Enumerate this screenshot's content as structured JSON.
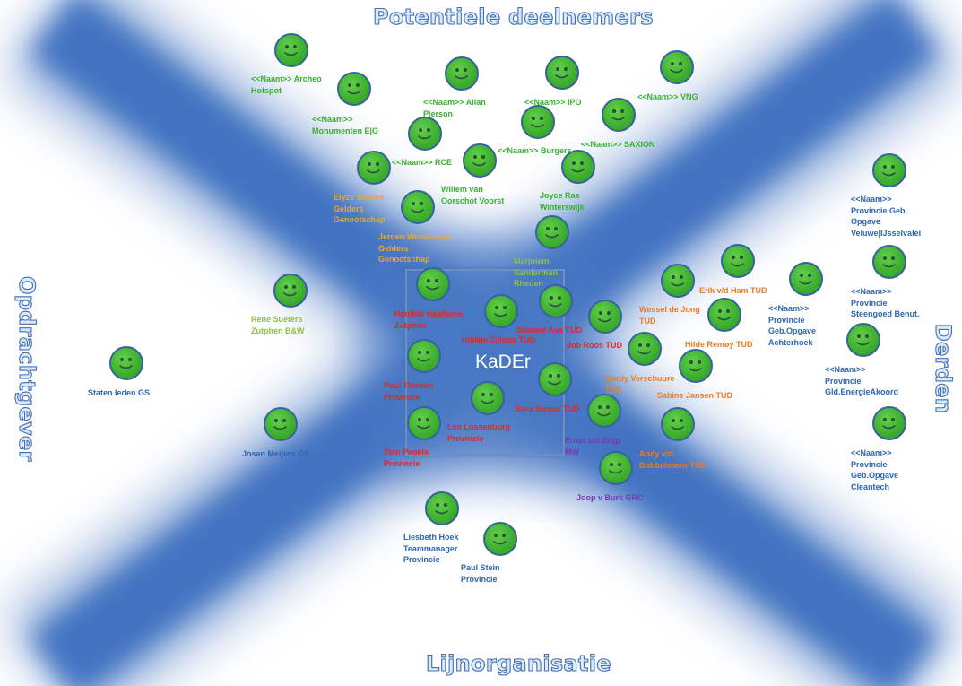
{
  "headings": {
    "top": "Potentiele deelnemers",
    "bottom": "Lijnorganisatie",
    "left": "Opdrachtgever",
    "right": "Derden"
  },
  "center_label": "KaDEr",
  "colors": {
    "green": "#39b030",
    "lime": "#8fc23c",
    "gold": "#f0a52a",
    "red": "#e8251e",
    "orange": "#ee7a1e",
    "purple": "#7a35b8",
    "blue": "#2d65b0",
    "band": "#3d6fc0"
  },
  "people": [
    {
      "label": "<<Naam>> Archeo\nHotspot",
      "color": "green"
    },
    {
      "label": "<<Naam>>\nMonumenten E|G",
      "color": "green"
    },
    {
      "label": "<<Naam>> Allan\nPierson",
      "color": "green"
    },
    {
      "label": "<<Naam>> IPO",
      "color": "green"
    },
    {
      "label": "<<Naam>> VNG",
      "color": "green"
    },
    {
      "label": "<<Naam>> RCE",
      "color": "green"
    },
    {
      "label": "<<Naam>> Burgers",
      "color": "green"
    },
    {
      "label": "<<Naam>> SAXION",
      "color": "green"
    },
    {
      "label": "Willem van\nOorschot Voorst",
      "color": "green"
    },
    {
      "label": "Joyce Ras\nWinterswijk",
      "color": "green"
    },
    {
      "label": "Elyze Storms\nGelders\nGenootschap",
      "color": "gold"
    },
    {
      "label": "Jeroen Westerman\nGelders\nGenootschap",
      "color": "gold"
    },
    {
      "label": "Marjolein\nSanderman\nRheden",
      "color": "lime"
    },
    {
      "label": "Rene Sueters\nZutphen B&W",
      "color": "lime"
    },
    {
      "label": "Hendrik Haafkens\nZutphen",
      "color": "red"
    },
    {
      "label": "Hielkje Zijlstra TUD",
      "color": "red"
    },
    {
      "label": "Student Ass TUD",
      "color": "red"
    },
    {
      "label": "Job Roos TUD",
      "color": "red"
    },
    {
      "label": "Paul Thissen\nProvincie",
      "color": "red"
    },
    {
      "label": "Sara Stroux TUD",
      "color": "red"
    },
    {
      "label": "Leo Lussenburg\nProvincie",
      "color": "red"
    },
    {
      "label": "Tom Pegels\nProvincie",
      "color": "red"
    },
    {
      "label": "Wessel de Jong\nTUD",
      "color": "orange"
    },
    {
      "label": "Erik v/d Ham TUD",
      "color": "orange"
    },
    {
      "label": "Hilde Remøy TUD",
      "color": "orange"
    },
    {
      "label": "Gerdy Verschuure\nTUD",
      "color": "orange"
    },
    {
      "label": "Sabine Jansen TUD",
      "color": "orange"
    },
    {
      "label": "Andy v/d\nDobbelsteen TUD",
      "color": "orange"
    },
    {
      "label": "Ernst v/d Grijp\nMW",
      "color": "purple"
    },
    {
      "label": "Joop v Burk GRC",
      "color": "purple"
    },
    {
      "label": "<<Naam>>\nProvincie\nGeb.Opgave\nAchterhoek",
      "color": "blue"
    },
    {
      "label": "<<Naam>>\nProvincie Geb.\nOpgave\nVeluwe|IJsselvalei",
      "color": "blue"
    },
    {
      "label": "<<Naam>>\nProvincie\nSteengoed Benut.",
      "color": "blue"
    },
    {
      "label": "<<Naam>>\nProvincie\nGld.EnergieAkoord",
      "color": "blue"
    },
    {
      "label": "<<Naam>>\nProvincie\nGeb.Opgave\nCleantech",
      "color": "blue"
    },
    {
      "label": "Staten leden GS",
      "color": "blue"
    },
    {
      "label": "Josan Meijers GS",
      "color": "blue"
    },
    {
      "label": "Liesbeth Hoek\nTeammanager\nProvincie",
      "color": "blue"
    },
    {
      "label": "Paul Stein\nProvincie",
      "color": "blue"
    }
  ]
}
